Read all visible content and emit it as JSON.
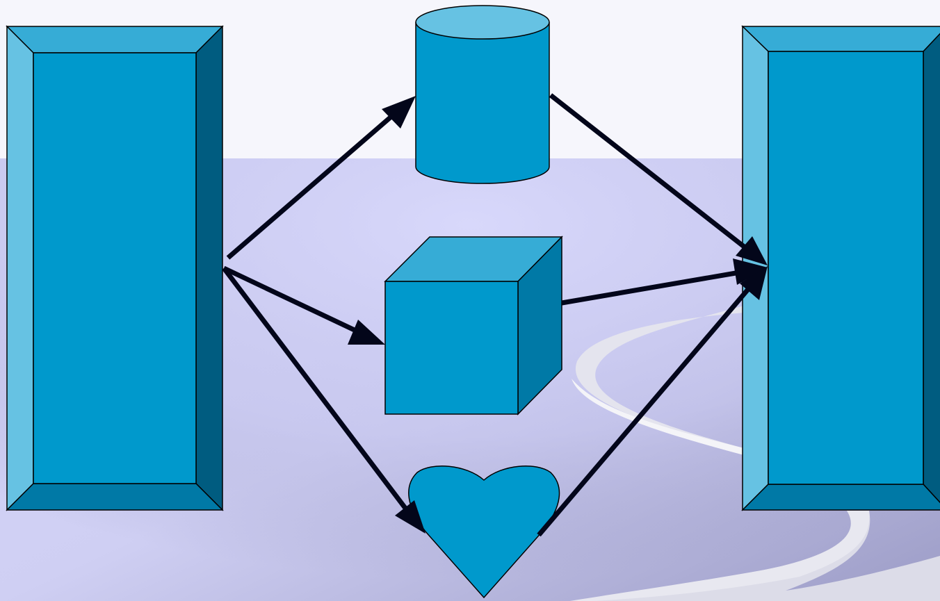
{
  "diagram": {
    "nodes": [
      {
        "id": "left-panel",
        "shape": "beveled-rectangle"
      },
      {
        "id": "cylinder",
        "shape": "cylinder"
      },
      {
        "id": "cube",
        "shape": "cube"
      },
      {
        "id": "heart",
        "shape": "heart"
      },
      {
        "id": "right-panel",
        "shape": "beveled-rectangle"
      }
    ],
    "edges": [
      {
        "from": "left-panel",
        "to": "cylinder"
      },
      {
        "from": "left-panel",
        "to": "cube"
      },
      {
        "from": "left-panel",
        "to": "heart"
      },
      {
        "from": "cylinder",
        "to": "right-panel"
      },
      {
        "from": "cube",
        "to": "right-panel"
      },
      {
        "from": "heart",
        "to": "right-panel"
      }
    ]
  },
  "colors": {
    "background_top": "#f6f6fc",
    "background_band": "#d2d2f6",
    "background_band_bottom": "#9a9ac4",
    "shape_face": "#0099cc",
    "shape_light": "#66c2e3",
    "shape_top": "#36acd6",
    "shape_bottom": "#0079a6",
    "shape_dark": "#005c80",
    "arrow": "#03061a",
    "swoosh": "#e6e6ee"
  }
}
